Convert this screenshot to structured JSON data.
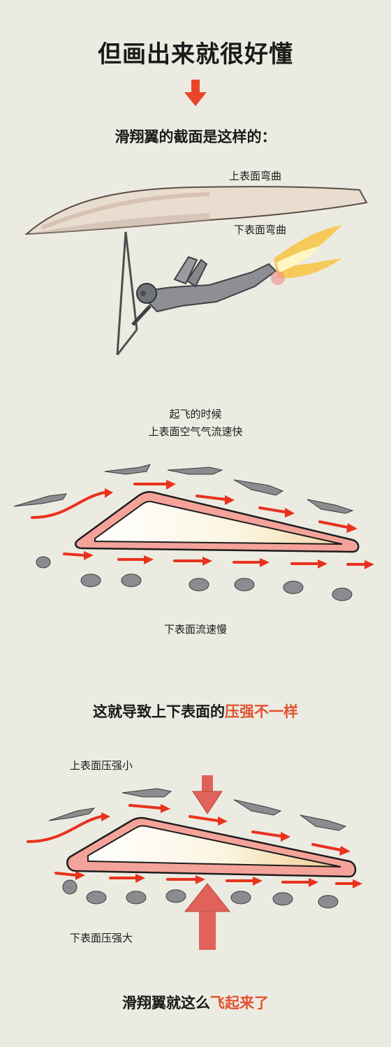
{
  "title": "但画出来就很好懂",
  "section1": {
    "heading": "滑翔翼的截面是这样的：",
    "upper_label": "上表面弯曲",
    "lower_label": "下表面弯曲"
  },
  "section2": {
    "caption_line1": "起飞的时候",
    "caption_line2": "上表面空气气流速快",
    "bottom_label": "下表面流速慢"
  },
  "section3": {
    "heading_prefix": "这就导致上下表面的",
    "heading_highlight": "压强不一样",
    "upper_label": "上表面压强小",
    "lower_label": "下表面压强大"
  },
  "footer": {
    "prefix": "滑翔翼就这么",
    "highlight": "飞起来了"
  },
  "colors": {
    "background": "#ecebe2",
    "accent": "#e2512f",
    "arrow_red": "#e8321e",
    "wing_border": "#f4a39a"
  }
}
